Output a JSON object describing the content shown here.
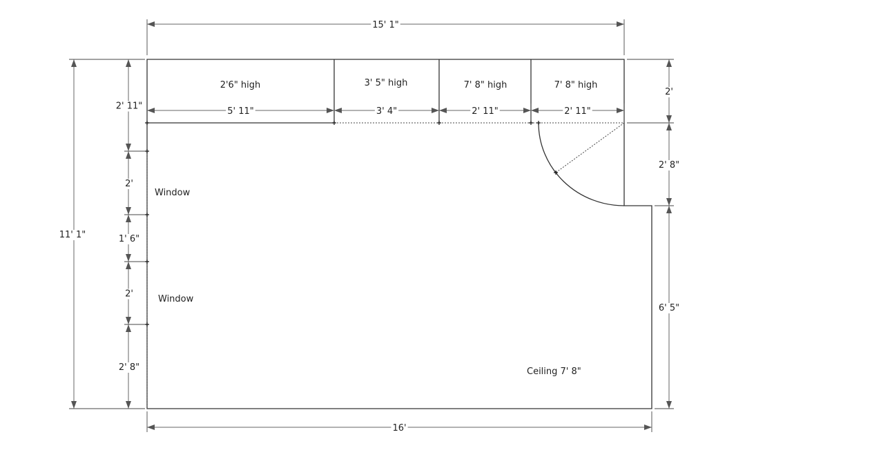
{
  "overall": {
    "top": "15' 1\"",
    "bottom": "16'",
    "left": "11' 1\""
  },
  "closet_widths": [
    "5' 11\"",
    "3' 4\"",
    "2' 11\"",
    "2' 11\""
  ],
  "closet_heights": [
    "2'6\" high",
    "3' 5\" high",
    "7' 8\" high",
    "7' 8\" high"
  ],
  "left_dims": [
    "2' 11\"",
    "2'",
    "1' 6\"",
    "2'",
    "2' 8\""
  ],
  "right_dims": [
    "2'",
    "2' 8\"",
    "6' 5\""
  ],
  "labels": {
    "window_1": "Window",
    "window_2": "Window",
    "ceiling": "Ceiling 7' 8\""
  }
}
